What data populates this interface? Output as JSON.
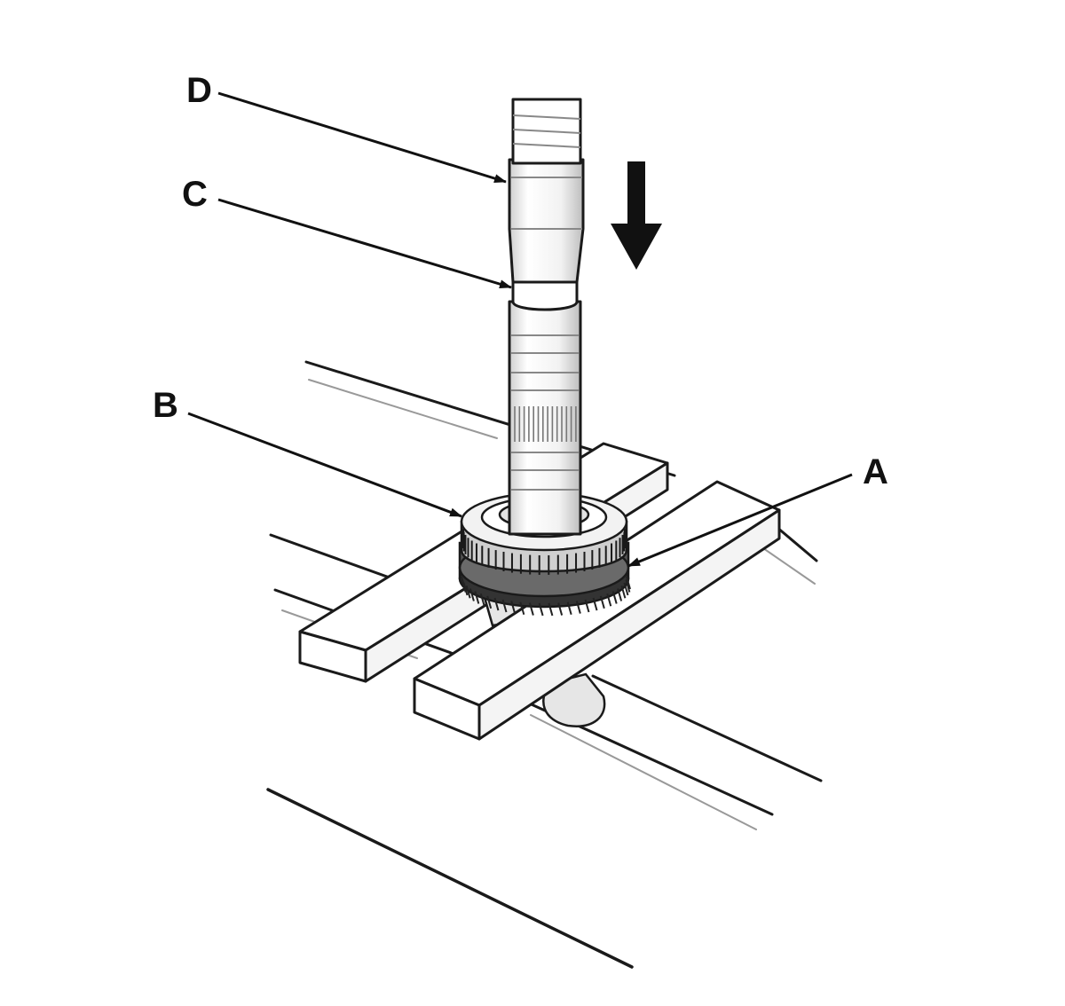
{
  "figure": {
    "labels": {
      "A": "A",
      "B": "B",
      "C": "C",
      "D": "D"
    },
    "press_direction": "down"
  },
  "colors": {
    "line": "#1a1a1a",
    "light_line": "#8a8a8a",
    "shade": "#d9d9d9",
    "background": "#ffffff"
  }
}
